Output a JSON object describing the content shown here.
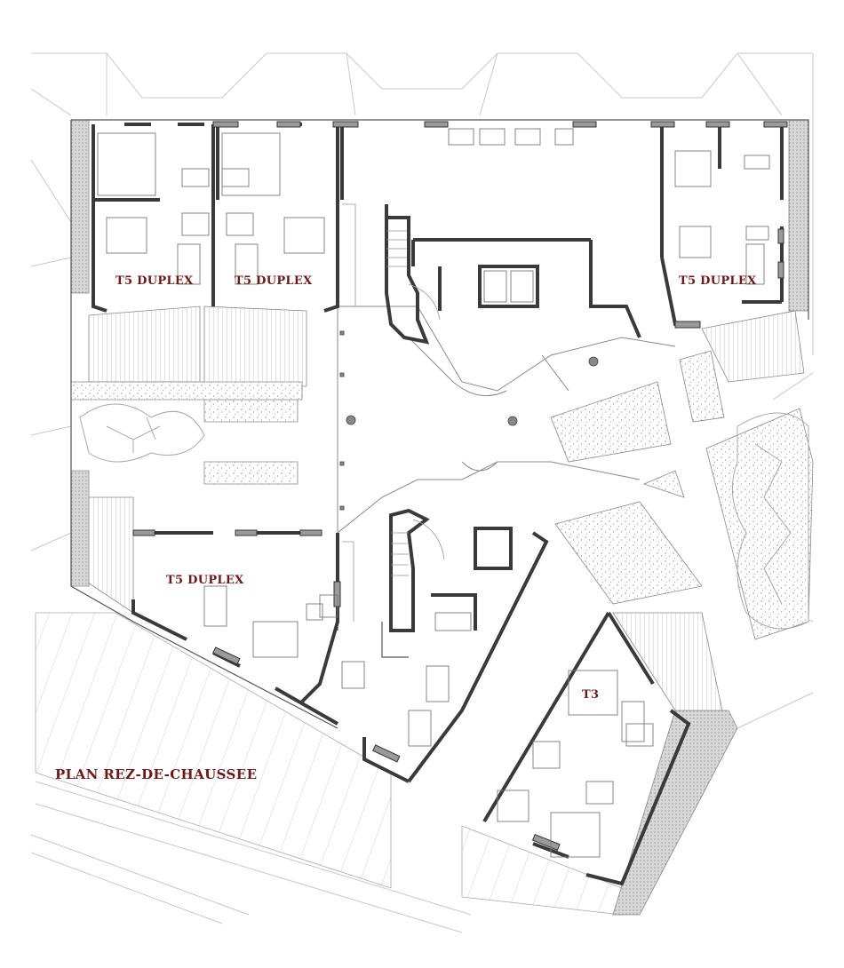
{
  "plan": {
    "title": "PLAN REZ-DE-CHAUSSEE",
    "units": [
      {
        "id": "t5-a",
        "label": "T5 DUPLEX"
      },
      {
        "id": "t5-b",
        "label": "T5 DUPLEX"
      },
      {
        "id": "t5-c",
        "label": "T5 DUPLEX"
      },
      {
        "id": "t5-d",
        "label": "T5 DUPLEX"
      },
      {
        "id": "t3",
        "label": "T3"
      }
    ]
  },
  "colors": {
    "label": "#6b1a1a",
    "wall": "#3a3a3a",
    "thin_line": "#9a9a9a",
    "stipple": "#8c8c8c",
    "hatch": "#b0b0b0"
  }
}
